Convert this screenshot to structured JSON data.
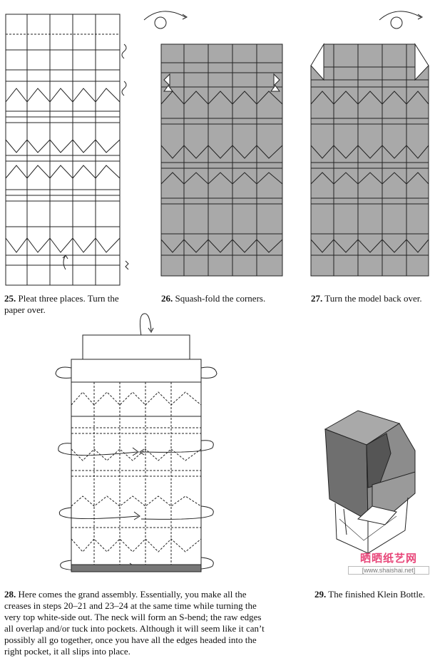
{
  "steps": [
    {
      "number": "25.",
      "text": "Pleat three places. Turn the paper over."
    },
    {
      "number": "26.",
      "text": "Squash-fold the corners."
    },
    {
      "number": "27.",
      "text": "Turn the model back over."
    },
    {
      "number": "28.",
      "text": "Here comes the grand assembly. Essentially, you make all the creases in steps 20–21 and 23–24 at the same time while turning the very top white-side out. The neck will form an S-bend; the raw edges all overlap and/or tuck into pockets. Although it will seem like it can’t possibly all go together, once you have all the edges headed into the right pocket, it all slips into place."
    },
    {
      "number": "29.",
      "text": "The finished Klein Bottle."
    }
  ],
  "watermark": {
    "brand": "晒晒纸艺网",
    "url": "[www.shaishai.net]"
  },
  "colors": {
    "paper_gray": "#a9a9a9",
    "dark_face": "#6f6f6f",
    "line": "#222222",
    "watermark": "#e8477a"
  }
}
